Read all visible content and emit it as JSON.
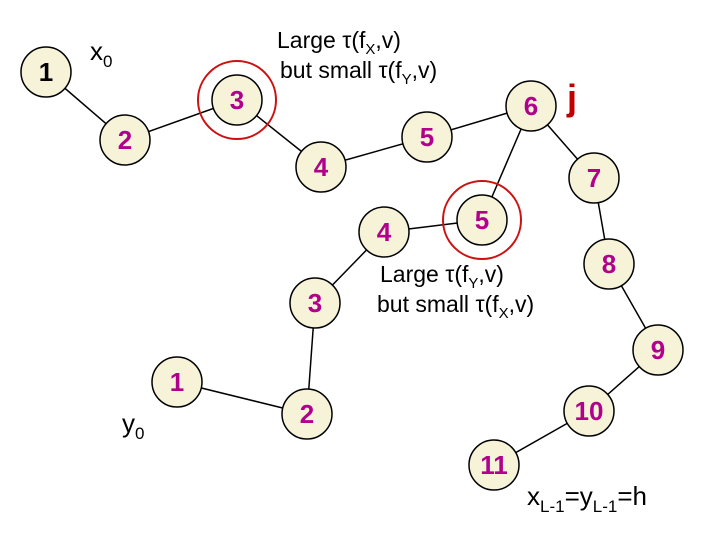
{
  "diagram": {
    "colors": {
      "node_fill": "#f7f3d9",
      "node_stroke": "#000000",
      "edge": "#000000",
      "node_text": "#b0008c",
      "highlight_ring": "#cc1111",
      "j_text": "#c00000"
    },
    "x_chain": {
      "start_var": {
        "base": "x",
        "sub": "0"
      },
      "nodes": [
        {
          "id": "x1",
          "label": "1"
        },
        {
          "id": "x2",
          "label": "2"
        },
        {
          "id": "x3",
          "label": "3",
          "highlighted": true
        },
        {
          "id": "x4",
          "label": "4"
        },
        {
          "id": "x5",
          "label": "5"
        },
        {
          "id": "x6",
          "label": "6"
        },
        {
          "id": "x7",
          "label": "7"
        },
        {
          "id": "x8",
          "label": "8"
        },
        {
          "id": "x9",
          "label": "9"
        },
        {
          "id": "x10",
          "label": "10"
        },
        {
          "id": "x11",
          "label": "11"
        }
      ]
    },
    "y_chain": {
      "start_var": {
        "base": "y",
        "sub": "0"
      },
      "nodes": [
        {
          "id": "y1",
          "label": "1"
        },
        {
          "id": "y2",
          "label": "2"
        },
        {
          "id": "y3",
          "label": "3"
        },
        {
          "id": "y4",
          "label": "4"
        },
        {
          "id": "y5",
          "label": "5",
          "highlighted": true
        }
      ]
    },
    "edges": [
      [
        "x1",
        "x2"
      ],
      [
        "x2",
        "x3"
      ],
      [
        "x3",
        "x4"
      ],
      [
        "x4",
        "x5"
      ],
      [
        "x5",
        "x6"
      ],
      [
        "x6",
        "y5"
      ],
      [
        "x6",
        "x7"
      ],
      [
        "x7",
        "x8"
      ],
      [
        "x8",
        "x9"
      ],
      [
        "x9",
        "x10"
      ],
      [
        "x10",
        "x11"
      ],
      [
        "y1",
        "y2"
      ],
      [
        "y2",
        "y3"
      ],
      [
        "y3",
        "y4"
      ],
      [
        "y4",
        "y5"
      ]
    ],
    "j_label": "j",
    "note_top": {
      "line1": {
        "pre": "Large ",
        "tau": "τ",
        "open": "(f",
        "sub": "X",
        "close": ",v)"
      },
      "line2": {
        "pre": "but small ",
        "tau": "τ",
        "open": "(f",
        "sub": "Y",
        "close": ",v)"
      }
    },
    "note_mid": {
      "line1": {
        "pre": "Large ",
        "tau": "τ",
        "open": "(f",
        "sub": "Y",
        "close": ",v)"
      },
      "line2": {
        "pre": "but small ",
        "tau": "τ",
        "open": "(f",
        "sub": "X",
        "close": ",v)"
      }
    },
    "end_label": {
      "x": "x",
      "x_sub": "L-1",
      "eq1": "=",
      "y": "y",
      "y_sub": "L-1",
      "eq2": "=h"
    }
  }
}
